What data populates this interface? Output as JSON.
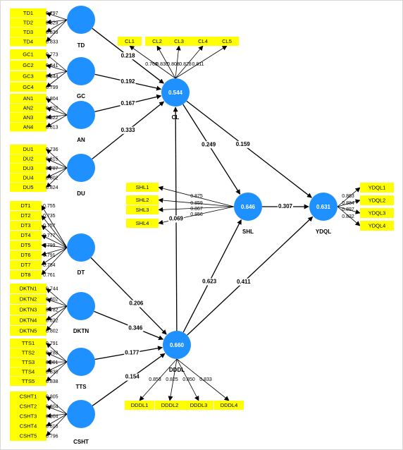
{
  "colors": {
    "latent": "#1e90ff",
    "indicator": "#ffff00",
    "line": "#000000"
  },
  "latents": [
    {
      "id": "TD",
      "label": "TD",
      "value": ""
    },
    {
      "id": "GC",
      "label": "GC",
      "value": ""
    },
    {
      "id": "AN",
      "label": "AN",
      "value": ""
    },
    {
      "id": "DU",
      "label": "DU",
      "value": ""
    },
    {
      "id": "DT",
      "label": "DT",
      "value": ""
    },
    {
      "id": "DKTN",
      "label": "DKTN",
      "value": ""
    },
    {
      "id": "TTS",
      "label": "TTS",
      "value": ""
    },
    {
      "id": "CSHT",
      "label": "CSHT",
      "value": ""
    },
    {
      "id": "CL",
      "label": "CL",
      "value": "0.544"
    },
    {
      "id": "SHL",
      "label": "SHL",
      "value": "0.646"
    },
    {
      "id": "YDQL",
      "label": "YDQL",
      "value": "0.631"
    },
    {
      "id": "DDDL",
      "label": "DDDL",
      "value": "0.660"
    }
  ],
  "paths": [
    {
      "from": "TD",
      "to": "CL",
      "coef": "0.218"
    },
    {
      "from": "GC",
      "to": "CL",
      "coef": "0.192"
    },
    {
      "from": "AN",
      "to": "CL",
      "coef": "0.167"
    },
    {
      "from": "DU",
      "to": "CL",
      "coef": "0.333"
    },
    {
      "from": "CL",
      "to": "SHL",
      "coef": "0.249"
    },
    {
      "from": "CL",
      "to": "YDQL",
      "coef": "0.159"
    },
    {
      "from": "SHL",
      "to": "YDQL",
      "coef": "0.307"
    },
    {
      "from": "DDDL",
      "to": "CL",
      "coef": "0.069"
    },
    {
      "from": "DDDL",
      "to": "SHL",
      "coef": "0.623"
    },
    {
      "from": "DDDL",
      "to": "YDQL",
      "coef": "0.411"
    },
    {
      "from": "DT",
      "to": "DDDL",
      "coef": "0.206"
    },
    {
      "from": "DKTN",
      "to": "DDDL",
      "coef": "0.346"
    },
    {
      "from": "TTS",
      "to": "DDDL",
      "coef": "0.177"
    },
    {
      "from": "CSHT",
      "to": "DDDL",
      "coef": "0.154"
    }
  ],
  "indicators": {
    "TD": {
      "items": [
        "TD1",
        "TD2",
        "TD3",
        "TD4"
      ],
      "loadings": [
        "0.797",
        "0.829",
        "0.839",
        "0.833"
      ]
    },
    "GC": {
      "items": [
        "GC1",
        "GC2",
        "GC3",
        "GC4"
      ],
      "loadings": [
        "0.773",
        "0.841",
        "0.844",
        "0.799"
      ]
    },
    "AN": {
      "items": [
        "AN1",
        "AN2",
        "AN3",
        "AN4"
      ],
      "loadings": [
        "0.804",
        "0.820",
        "0.822",
        "0.813"
      ]
    },
    "DU": {
      "items": [
        "DU1",
        "DU2",
        "DU3",
        "DU4",
        "DU5"
      ],
      "loadings": [
        "0.736",
        "0.815",
        "0.787",
        "0.802",
        "0.824"
      ]
    },
    "DT": {
      "items": [
        "DT1",
        "DT2",
        "DT3",
        "DT4",
        "DT5",
        "DT6",
        "DT7",
        "DT8"
      ],
      "loadings": [
        "0.755",
        "0.735",
        "0.757",
        "0.777",
        "0.799",
        "0.791",
        "0.784",
        "0.761"
      ]
    },
    "DKTN": {
      "items": [
        "DKTN1",
        "DKTN2",
        "DKTN3",
        "DKTN4",
        "DKTN5"
      ],
      "loadings": [
        "0.744",
        "0.802",
        "0.782",
        "0.822",
        "0.802"
      ]
    },
    "TTS": {
      "items": [
        "TTS1",
        "TTS2",
        "TTS3",
        "TTS4",
        "TTS5"
      ],
      "loadings": [
        "0.791",
        "0.788",
        "0.801",
        "0.830",
        "0.838"
      ]
    },
    "CSHT": {
      "items": [
        "CSHT1",
        "CSHT2",
        "CSHT3",
        "CSHT4",
        "CSHT5"
      ],
      "loadings": [
        "0.805",
        "0.804",
        "0.804",
        "0.816",
        "0.796"
      ]
    },
    "CL": {
      "items": [
        "CL1",
        "CL2",
        "CL3",
        "CL4",
        "CL5"
      ],
      "loadings": [
        "0.769",
        "0.830",
        "0.808",
        "0.828",
        "0.811"
      ]
    },
    "SHL": {
      "items": [
        "SHL1",
        "SHL2",
        "SHL3",
        "SHL4"
      ],
      "loadings": [
        "0.875",
        "0.859",
        "0.867",
        "0.856"
      ]
    },
    "YDQL": {
      "items": [
        "YDQL1",
        "YDQL2",
        "YDQL3",
        "YDQL4"
      ],
      "loadings": [
        "0.863",
        "0.884",
        "0.897",
        "0.832"
      ]
    },
    "DDDL": {
      "items": [
        "DDDL1",
        "DDDL2",
        "DDDL3",
        "DDDL4"
      ],
      "loadings": [
        "0.853",
        "0.825",
        "0.850",
        "0.833"
      ]
    }
  }
}
